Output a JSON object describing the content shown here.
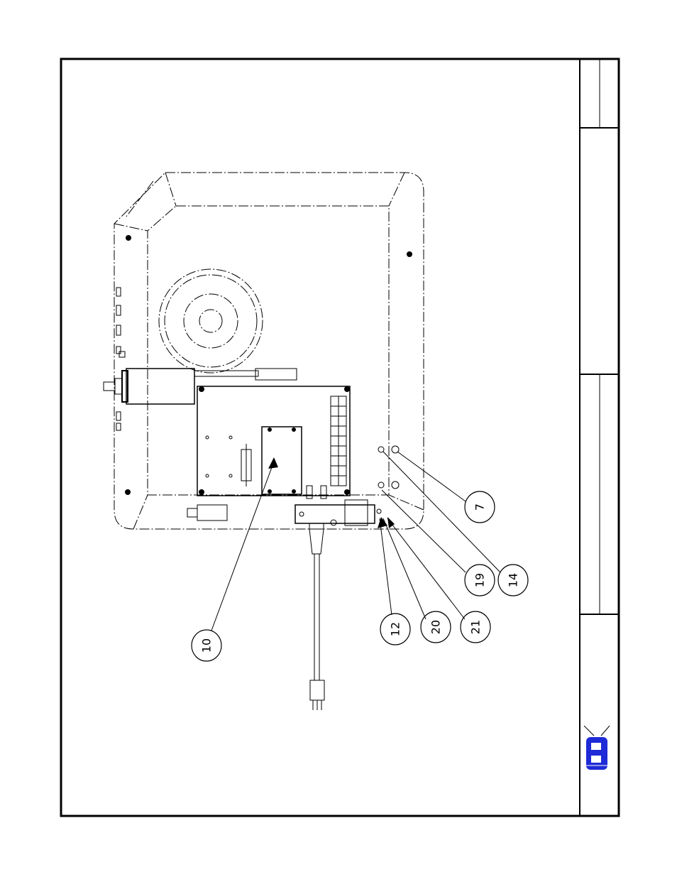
{
  "balloons": [
    {
      "id": "b7",
      "label": "7"
    },
    {
      "id": "b14",
      "label": "14"
    },
    {
      "id": "b19",
      "label": "19"
    },
    {
      "id": "b21",
      "label": "21"
    },
    {
      "id": "b20",
      "label": "20"
    },
    {
      "id": "b12",
      "label": "12"
    },
    {
      "id": "b10",
      "label": "10"
    }
  ],
  "logo": {
    "letter": "B",
    "color": "#1f2bd6"
  },
  "colors": {
    "line": "#000000",
    "logo_blue": "#1f2bd6"
  }
}
